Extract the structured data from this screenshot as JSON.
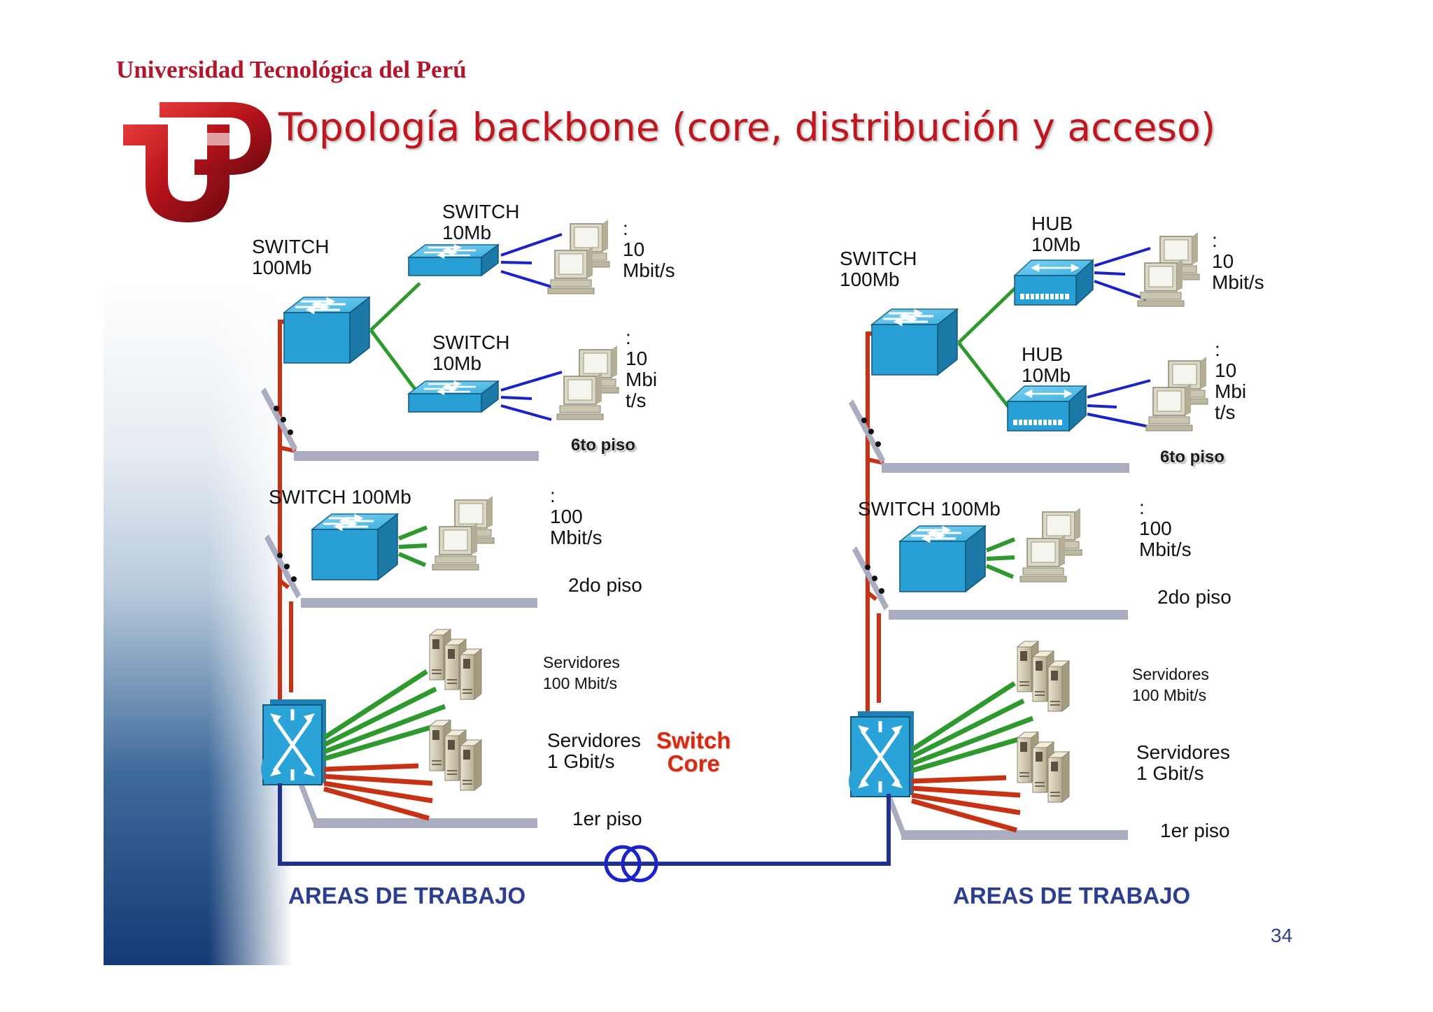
{
  "header": {
    "university": "Universidad Tecnológica del Perú",
    "title": "Topología backbone  (core, distribución y acceso)",
    "logo_icon": "utp-logo-icon"
  },
  "colors": {
    "title": "#c0161f",
    "university": "#b3162b",
    "switch_blue": "#2aa3d9",
    "backbone_red": "#c83214",
    "uplink_green": "#2e9a2e",
    "access_blue": "#1a22c8",
    "trunk_navy": "#22318e",
    "floor_gray": "#a9adbf",
    "areas_text": "#2b3e8f"
  },
  "left": {
    "core_switch_label": "SWITCH\n100Mb",
    "access_switch_a_label": "SWITCH\n10Mb",
    "access_switch_b_label": "SWITCH\n10Mb",
    "speed_a": ":\n10\nMbit/s",
    "speed_b": ":\n10\nMbi\nt/s",
    "floor_6": "6to piso",
    "floor2_switch_label": "SWITCH 100Mb",
    "speed_floor2": ":\n100\nMbit/s",
    "floor_2": "2do piso",
    "servers_100": "Servidores\n100 Mbit/s",
    "servers_1g": "Servidores\n1 Gbit/s",
    "floor_1": "1er piso",
    "areas": "AREAS DE TRABAJO"
  },
  "right": {
    "core_switch_label": "SWITCH\n100Mb",
    "access_hub_a_label": "HUB\n10Mb",
    "access_hub_b_label": "HUB\n10Mb",
    "speed_a": ":\n10\nMbit/s",
    "speed_b": ":\n10\nMbi\nt/s",
    "floor_6": "6to piso",
    "floor2_switch_label": "SWITCH 100Mb",
    "speed_floor2": ":\n100\nMbit/s",
    "floor_2": "2do piso",
    "servers_100": "Servidores\n100 Mbit/s",
    "servers_1g": "Servidores\n1 Gbit/s",
    "floor_1": "1er piso",
    "areas": "AREAS DE TRABAJO"
  },
  "core_label": "Switch\nCore",
  "page_number": "34",
  "icons": {
    "switch": "switch-icon",
    "hub": "hub-icon",
    "pc": "pc-icon",
    "server": "server-rack-icon",
    "core": "core-switch-icon",
    "link": "wan-link-icon"
  }
}
